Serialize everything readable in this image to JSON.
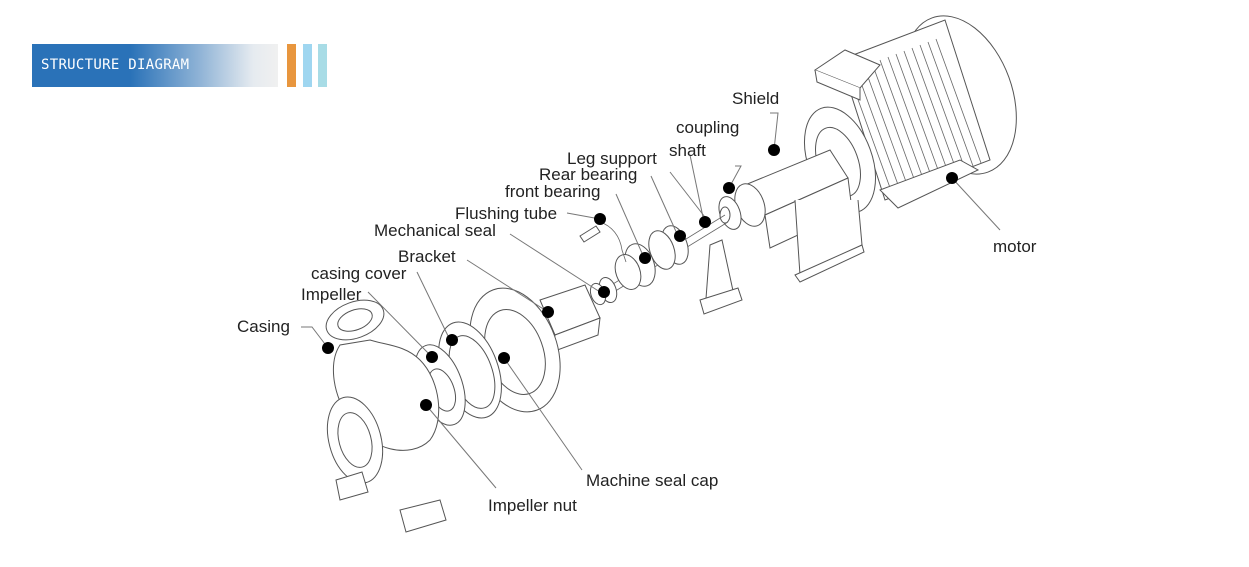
{
  "header": {
    "title": "STRUCTURE DIAGRAM",
    "colors": {
      "bar": "#2a72b8",
      "stripe1": "#e8963e",
      "stripe2": "#9fd6f0",
      "stripe3": "#a8dce6"
    }
  },
  "diagram": {
    "subject": "Centrifugal pump exploded view",
    "labels": {
      "shield": "Shield",
      "coupling": "coupling",
      "shaft": "shaft",
      "leg_support": "Leg support",
      "rear_bearing": "Rear bearing",
      "front_bearing": "front bearing",
      "flushing_tube": "Flushing tube",
      "mechanical_seal": "Mechanical seal",
      "bracket": "Bracket",
      "casing_cover": "casing cover",
      "impeller": "Impeller",
      "casing": "Casing",
      "machine_seal_cap": "Machine seal cap",
      "impeller_nut": "Impeller nut",
      "motor": "motor"
    }
  }
}
